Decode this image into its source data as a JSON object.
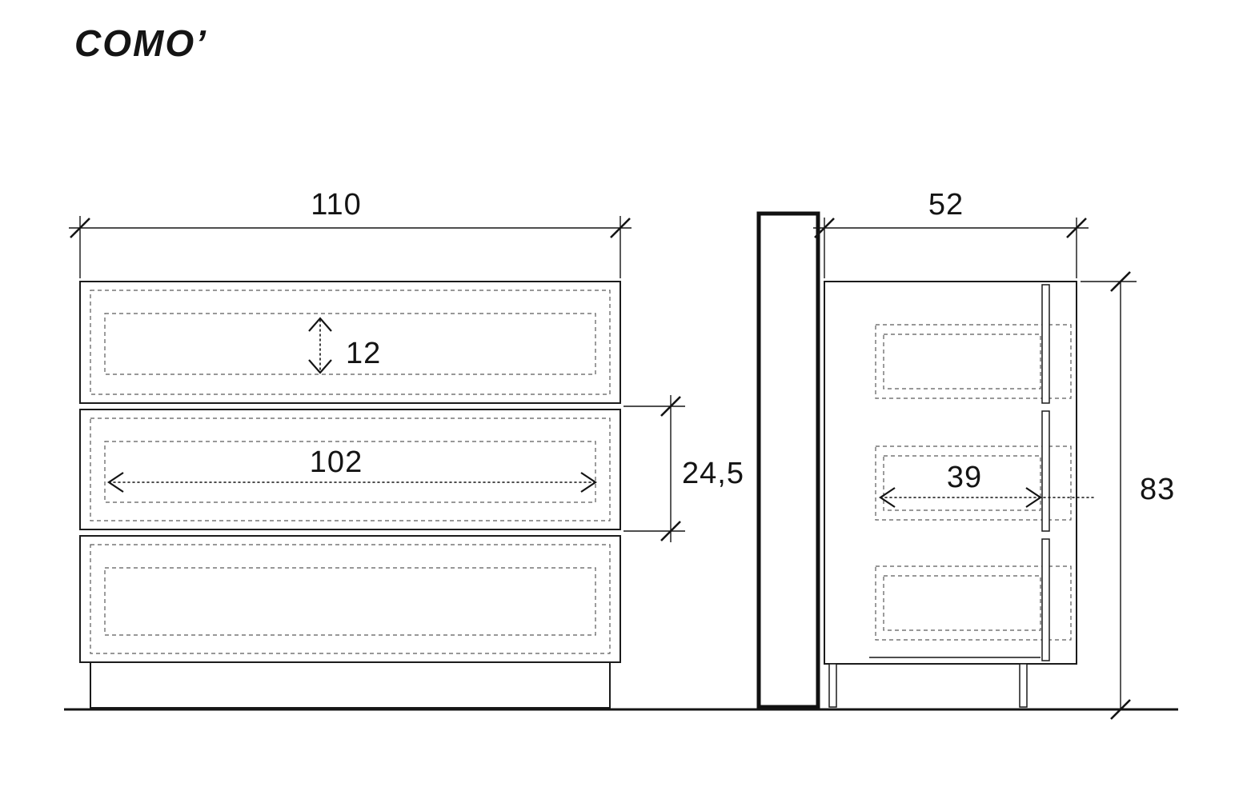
{
  "title": "COMO’",
  "front_view": {
    "width": "110",
    "inner_width": "102",
    "drawer_inner_height": "12",
    "drawer_front_height": "24,5"
  },
  "side_view": {
    "depth": "52",
    "inner_depth": "39",
    "height": "83"
  }
}
